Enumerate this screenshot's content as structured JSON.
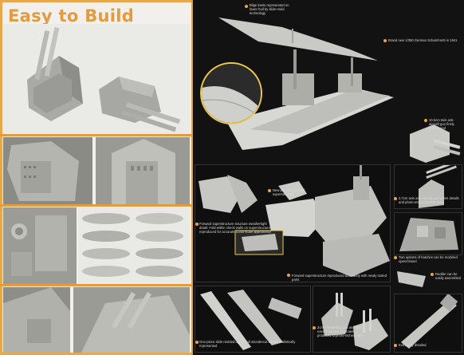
{
  "left": {
    "heading": "Easy to Build"
  },
  "captions": {
    "bilge_keels": "Bilge keels represented on lower hull by slide-mold technology",
    "brand_new": "Brand new 1/350 German Scharnhorst in 1941",
    "twin_gun": "10.5cm twin anti-aircraft gun finely reproduced",
    "new_parts_fwd": "New parts for forward superstructure",
    "forward_detail": "Forward superstructure structure weathertight detail. Fold-within check walls on superstructure reproduced for accurate 1/350 scale appearance",
    "aa_37mm": "3.7cm twin anti-aircraft gun w/fine details and photo-etched gunner seat",
    "two_options": "Two options of hatches can be modeled open/closed",
    "forward_superstructure": "Forward superstructure reproduced accurately with newly tooled parts",
    "rudder": "Rudder can be easily assembled",
    "flakvierling": "2cm Flakvierling gun and 2cm naval Flak gun accurately produced w/photo-etched parts",
    "one_piece_hull": "One-piece slide-molded upper hull w/undercut details realistically represented",
    "detail": "Extremely detailed"
  },
  "colors": {
    "accent": "#e39b3f",
    "dark_panel": "#121212",
    "light_panel": "#f2f0ec",
    "callout": "#f2a23a"
  }
}
